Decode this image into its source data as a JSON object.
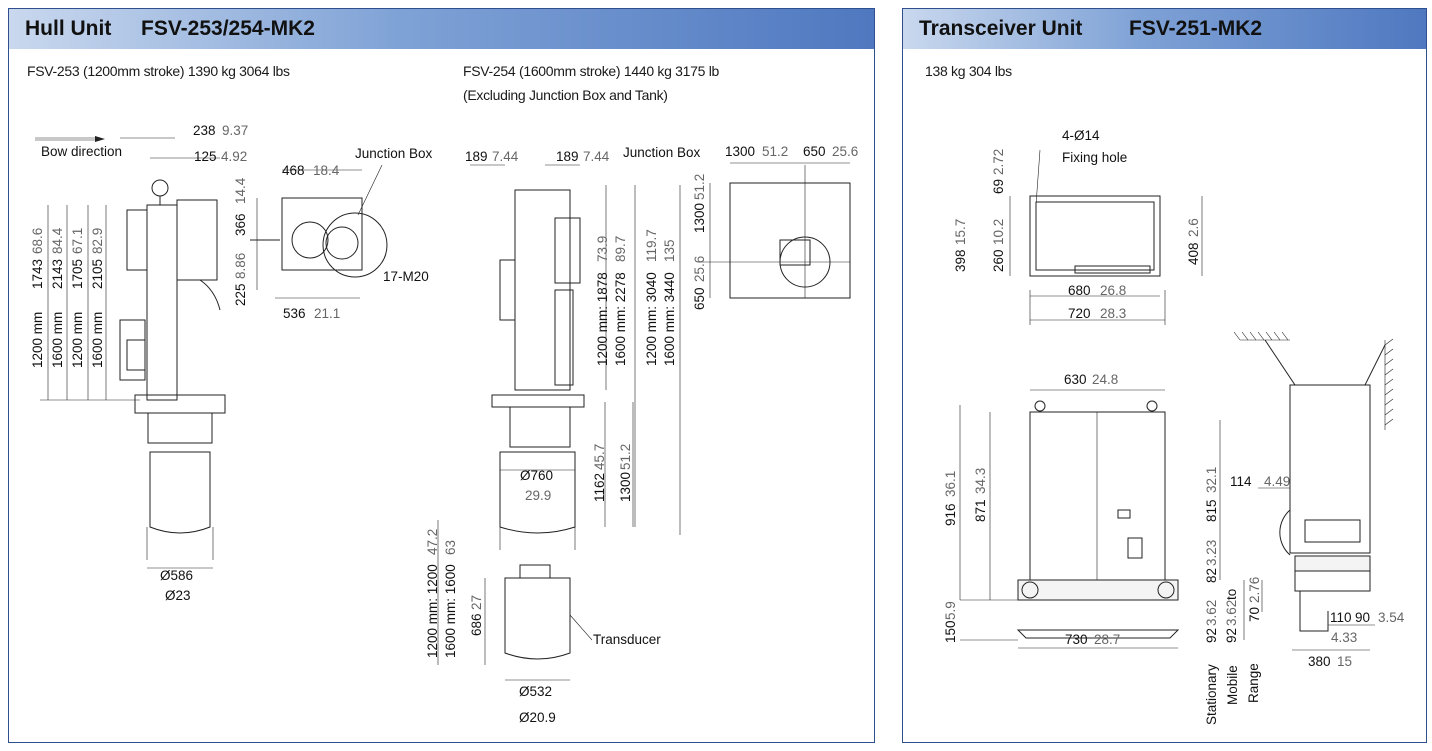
{
  "hull": {
    "title": "Hull Unit",
    "model": "FSV-253/254-MK2",
    "fsv253_note": "FSV-253 (1200mm stroke)    1390 kg 3064 lbs",
    "fsv254_note": "FSV-254 (1600mm stroke)    1440 kg 3175 lb",
    "fsv254_note2": "(Excluding Junction Box and Tank)",
    "labels": {
      "bow_direction": "Bow direction",
      "junction_box_a": "Junction Box",
      "junction_box_b": "Junction Box",
      "bolts": "17-M20",
      "transducer": "Transducer"
    },
    "dims": {
      "d238": "238",
      "d238i": "9.37",
      "d125": "125",
      "d125i": "4.92",
      "d468": "468",
      "d468i": "18.4",
      "d366": "366",
      "d366i": "14.4",
      "d225": "225",
      "d225i": "8.86",
      "d536": "536",
      "d536i": "21.1",
      "d189a": "189",
      "d189ai": "7.44",
      "d189b": "189",
      "d189bi": "7.44",
      "d1300a": "1300",
      "d1300ai": "51.2",
      "d650a": "650",
      "d650ai": "25.6",
      "d1300b": "1300",
      "d1300bi": "51.2",
      "d650b": "650",
      "d650bi": "25.6",
      "v1743": "1743",
      "v1743i": "68.6",
      "v2143": "2143",
      "v2143i": "84.4",
      "v1705": "1705",
      "v1705i": "67.1",
      "v2105": "2105",
      "v2105i": "82.9",
      "v1200mm": "1200 mm",
      "v1600mm": "1600 mm",
      "v1200mm2": "1200 mm",
      "v1600mm2": "1600 mm",
      "d586": "Ø586",
      "d586i": "Ø23",
      "v1878": "1200 mm: 1878",
      "v1878i": "73.9",
      "v2278": "1600 mm: 2278",
      "v2278i": "89.7",
      "v3040": "1200 mm: 3040",
      "v3040i": "119.7",
      "v3440": "1600 mm: 3440",
      "v3440i": "135",
      "d760": "Ø760",
      "d760i": "29.9",
      "v1162": "1162",
      "v1162i": "45.7",
      "v1300c": "1300",
      "v1300ci": "51.2",
      "v1200s": "1200 mm: 1200",
      "v1200si": "47.2",
      "v1600s": "1600 mm: 1600",
      "v1600si": "63",
      "v686": "686",
      "v686i": "27",
      "d532": "Ø532",
      "d532i": "Ø20.9"
    }
  },
  "transceiver": {
    "title": "Transceiver Unit",
    "model": "FSV-251-MK2",
    "weight": "138 kg 304 lbs",
    "labels": {
      "fixing_a": "4-Ø14",
      "fixing_b": "Fixing hole",
      "to": "to",
      "stationary": "Stationary",
      "mobile": "Mobile",
      "range": "Range"
    },
    "dims": {
      "v69": "69",
      "v69i": "2.72",
      "v398": "398",
      "v398i": "15.7",
      "v260": "260",
      "v260i": "10.2",
      "v408": "408",
      "v408i": "2.6",
      "h680": "680",
      "h680i": "26.8",
      "h720": "720",
      "h720i": "28.3",
      "h630": "630",
      "h630i": "24.8",
      "v916": "916",
      "v916i": "36.1",
      "v871": "871",
      "v871i": "34.3",
      "v150": "150",
      "v150i": "5.9",
      "h730": "730",
      "h730i": "28.7",
      "v815": "815",
      "v815i": "32.1",
      "v82": "82",
      "v82i": "3.23",
      "v92a": "92",
      "v92ai": "3.62",
      "v92b": "92",
      "v92bi": "3.62",
      "h114": "114",
      "h114i": "4.49",
      "v70": "70",
      "v70i": "2.76",
      "h110": "110",
      "h90": "90",
      "h90i": "3.54",
      "h110i": "4.33",
      "h380": "380",
      "h380i": "15"
    }
  },
  "colors": {
    "header_from": "#c9d8ee",
    "header_to": "#4f78c0",
    "border": "#2f4f8f",
    "inch_text": "#666666"
  }
}
